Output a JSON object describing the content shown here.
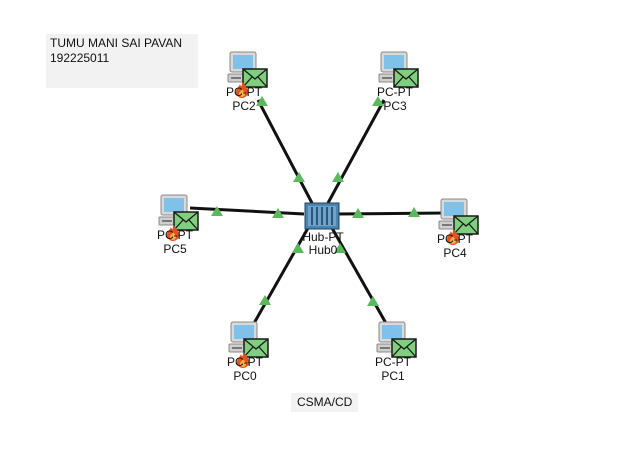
{
  "notes": {
    "author_name": "TUMU MANI SAI PAVAN",
    "author_id": "192225011",
    "caption": "CSMA/CD"
  },
  "hub": {
    "type": "Hub-PT",
    "name": "Hub0"
  },
  "devices": [
    {
      "id": "pc2",
      "type": "PC-PT",
      "name": "PC2",
      "envelope": "green",
      "fire": true
    },
    {
      "id": "pc3",
      "type": "PC-PT",
      "name": "PC3",
      "envelope": "green",
      "fire": false
    },
    {
      "id": "pc5",
      "type": "PC-PT",
      "name": "PC5",
      "envelope": "green",
      "fire": true
    },
    {
      "id": "pc4",
      "type": "PC-PT",
      "name": "PC4",
      "envelope": "green",
      "fire": true
    },
    {
      "id": "pc0",
      "type": "PC-PT",
      "name": "PC0",
      "envelope": "green",
      "fire": true
    },
    {
      "id": "pc1",
      "type": "PC-PT",
      "name": "PC1",
      "envelope": "green",
      "fire": false
    }
  ],
  "colors": {
    "cable": "#111111",
    "link_up": "#5cb85c",
    "envelope_fill": "#7fcf7f",
    "envelope_border": "#1a1a1a",
    "fire": "#e8501c",
    "pc_screen": "#7fc1e8",
    "hub_body": "#4a84b0"
  }
}
